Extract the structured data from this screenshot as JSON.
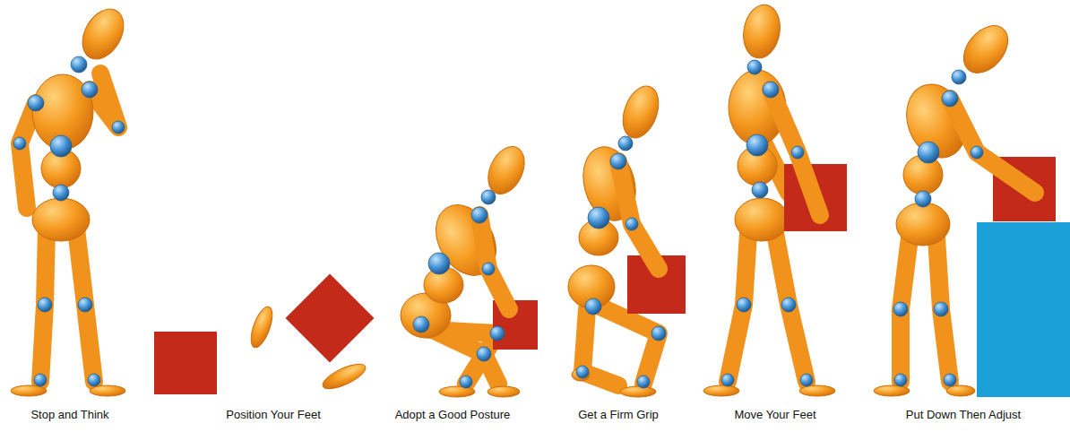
{
  "diagram": {
    "labels": [
      "Stop and Think",
      "Position Your Feet",
      "Adopt a Good Posture",
      "Get a Firm Grip",
      "Move Your Feet",
      "Put Down Then Adjust"
    ]
  }
}
